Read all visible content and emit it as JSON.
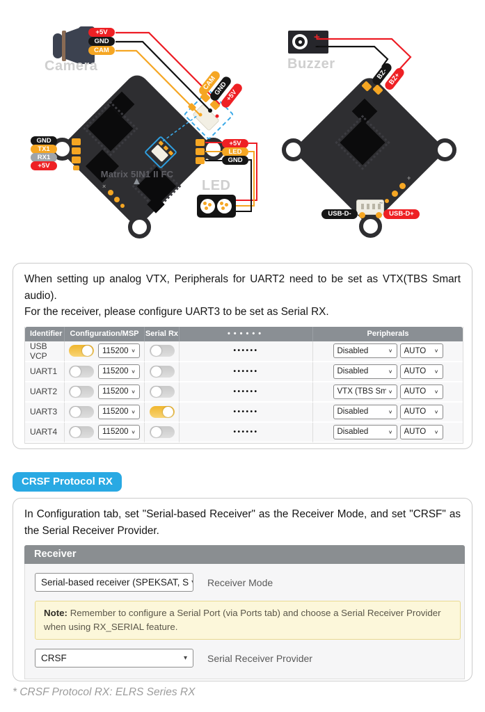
{
  "icons": {
    "select_chevron": "∨",
    "select_arrow": "▾",
    "board_arrow": "▲",
    "cross_mark": "×",
    "tilde_mark": "~",
    "plus_mark": "+"
  },
  "colors": {
    "accent_blue": "#29A9E3",
    "toggle_on_yellow": "#F5C542",
    "pad_orange": "#F5A623",
    "wire_red": "#ED1C24",
    "wire_black": "#111111",
    "wire_orange": "#F5A623",
    "board_dark": "#2E2E31",
    "table_header_gray": "#8A8F94",
    "note_bg": "#FCF7DA"
  },
  "diagram": {
    "camera": {
      "label": "Camera",
      "pins": [
        "+5V",
        "GND",
        "CAM"
      ]
    },
    "fc_board": {
      "title": "Matrix 5IN1 II FC",
      "left_pins": [
        "GND",
        "TX1",
        "RX1",
        "+5V"
      ],
      "corner_pins": [
        "CAM",
        "GND",
        "+5V"
      ],
      "right_pins": [
        "+5V",
        "LED",
        "GND"
      ]
    },
    "led": {
      "label": "LED"
    },
    "buzzer": {
      "label": "Buzzer",
      "plus": "+",
      "minus": "-",
      "pins": [
        "BZ-",
        "BZ+"
      ]
    },
    "vtx_board": {
      "usb_pins": [
        "USB-D-",
        "USB-D+"
      ]
    }
  },
  "ports_section": {
    "intro": [
      "When setting up analog VTX, Peripherals for UART2 need to be set as VTX(TBS Smart audio).",
      "For the receiver, please configure UART3 to be set as Serial RX."
    ],
    "table": {
      "headers": {
        "identifier": "Identifier",
        "configuration": "Configuration/MSP",
        "serial_rx": "Serial Rx",
        "dots": "••••••",
        "peripherals": "Peripherals"
      },
      "rows": [
        {
          "id": "USB VCP",
          "msp_on": true,
          "baud": "115200",
          "serial_rx_on": false,
          "dots": "••••••",
          "peripheral": "Disabled",
          "peripheral_baud": "AUTO"
        },
        {
          "id": "UART1",
          "msp_on": false,
          "baud": "115200",
          "serial_rx_on": false,
          "dots": "••••••",
          "peripheral": "Disabled",
          "peripheral_baud": "AUTO"
        },
        {
          "id": "UART2",
          "msp_on": false,
          "baud": "115200",
          "serial_rx_on": false,
          "dots": "••••••",
          "peripheral": "VTX (TBS Sm",
          "peripheral_baud": "AUTO"
        },
        {
          "id": "UART3",
          "msp_on": false,
          "baud": "115200",
          "serial_rx_on": true,
          "dots": "••••••",
          "peripheral": "Disabled",
          "peripheral_baud": "AUTO"
        },
        {
          "id": "UART4",
          "msp_on": false,
          "baud": "115200",
          "serial_rx_on": false,
          "dots": "••••••",
          "peripheral": "Disabled",
          "peripheral_baud": "AUTO"
        }
      ]
    }
  },
  "crsf_section": {
    "badge": "CRSF Protocol RX",
    "intro": "In Configuration tab, set \"Serial-based Receiver\" as the Receiver Mode, and set \"CRSF\" as the Serial Receiver Provider.",
    "receiver": {
      "title": "Receiver",
      "mode_value": "Serial-based receiver (SPEKSAT, S",
      "mode_label": "Receiver Mode",
      "note_label": "Note:",
      "note_text": "Remember to configure a Serial Port (via Ports tab) and choose a Serial Receiver Provider when using RX_SERIAL feature.",
      "provider_value": "CRSF",
      "provider_label": "Serial Receiver Provider"
    }
  },
  "footnote": "* CRSF Protocol RX: ELRS Series RX"
}
